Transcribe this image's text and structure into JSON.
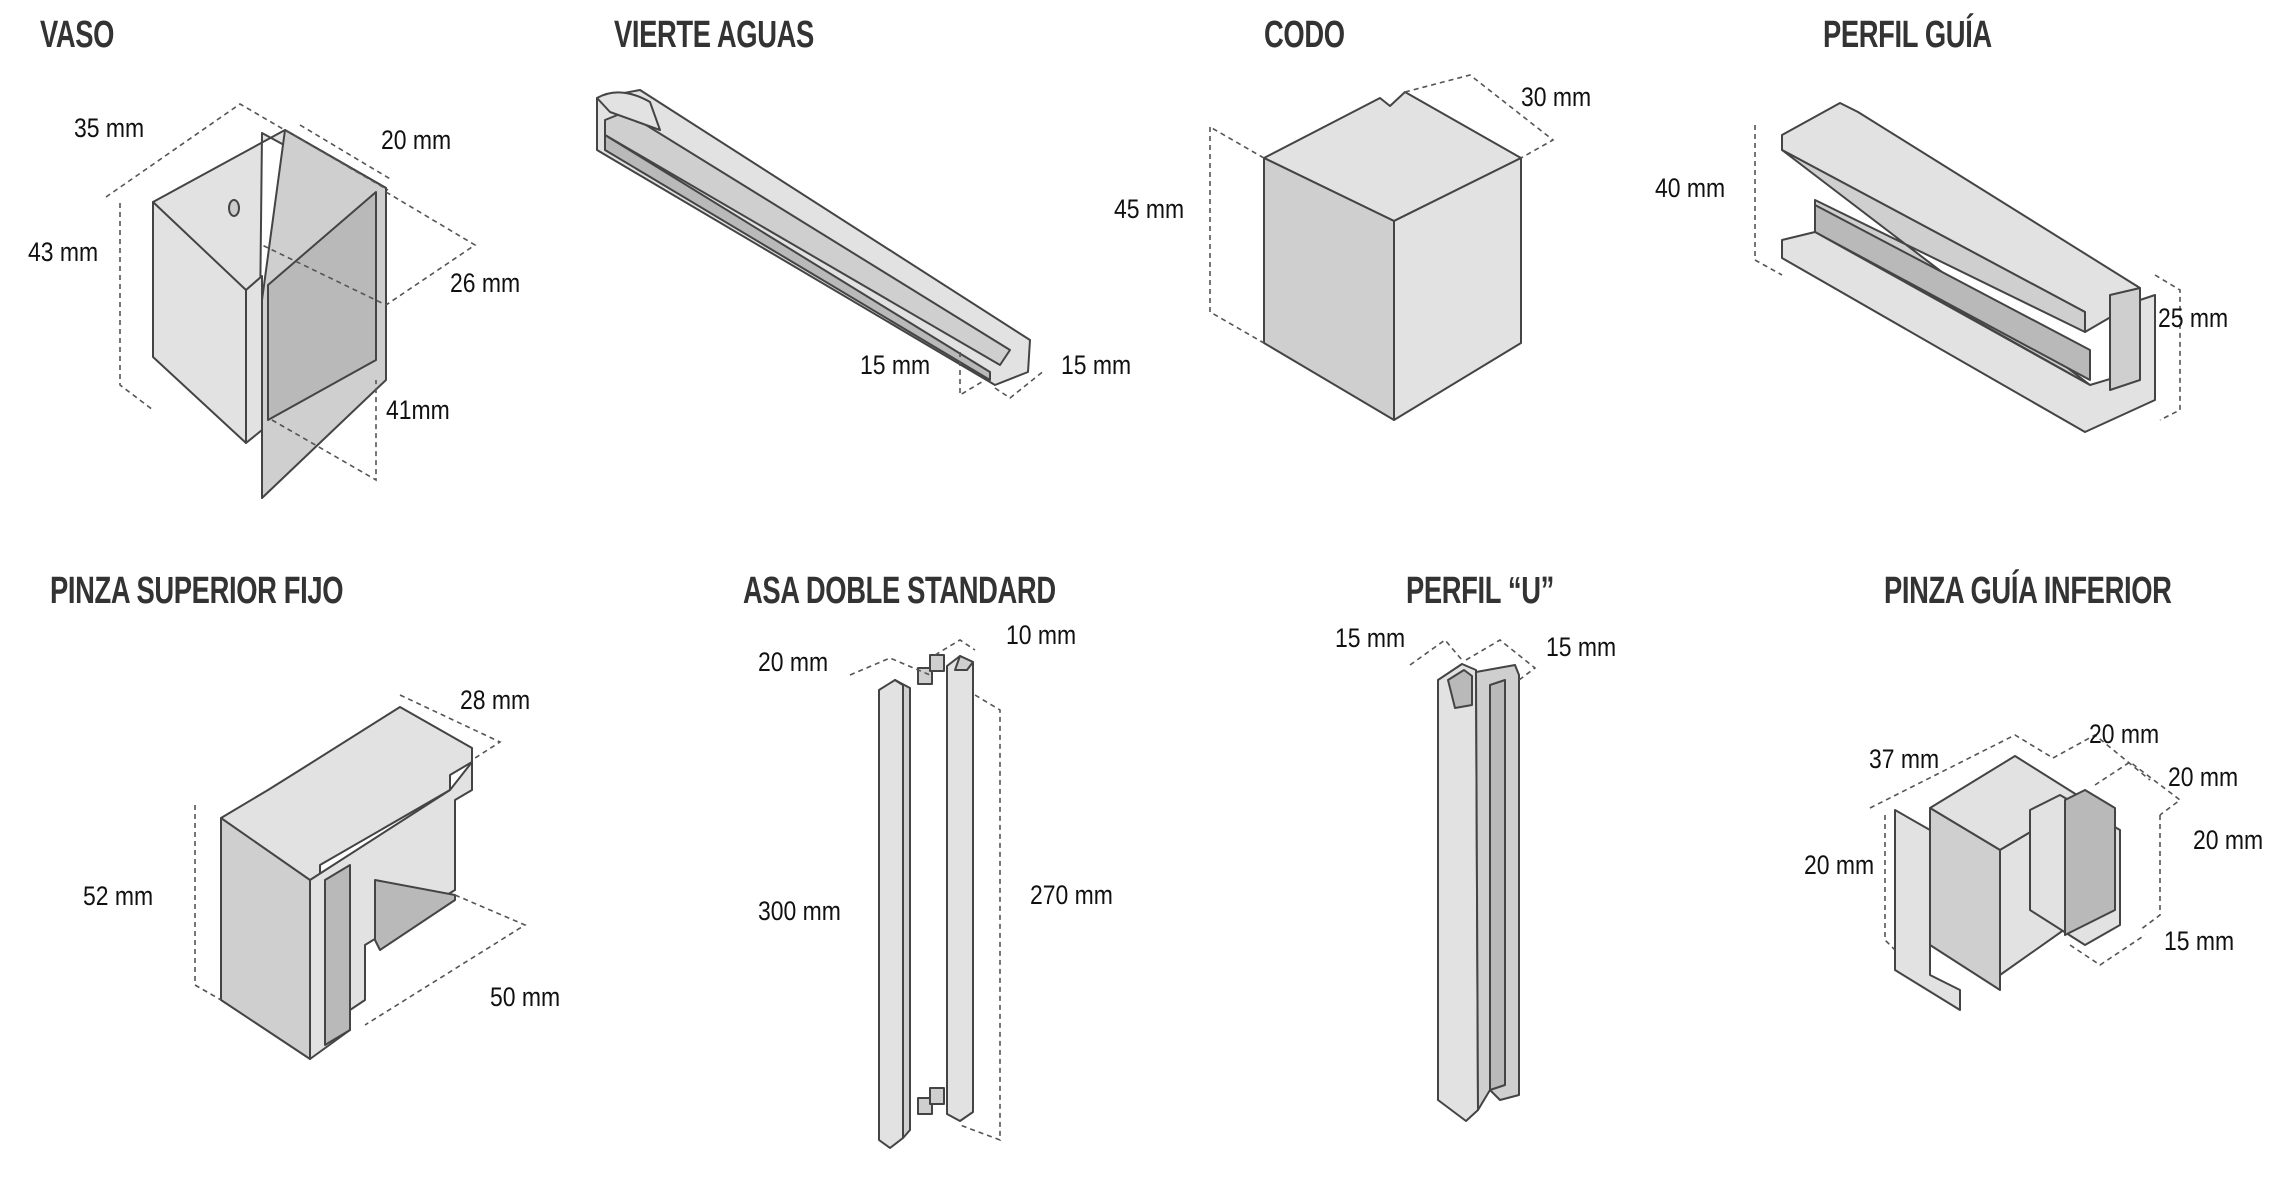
{
  "products": [
    {
      "title": "VASO",
      "dims": [
        "35 mm",
        "20 mm",
        "43 mm",
        "26 mm",
        "41mm"
      ]
    },
    {
      "title": "VIERTE AGUAS",
      "dims": [
        "15 mm",
        "15 mm"
      ]
    },
    {
      "title": "CODO",
      "dims": [
        "30 mm",
        "45 mm"
      ]
    },
    {
      "title": "PERFIL GUÍA",
      "dims": [
        "40 mm",
        "25 mm"
      ]
    },
    {
      "title": "PINZA SUPERIOR FIJO",
      "dims": [
        "28 mm",
        "52 mm",
        "50 mm"
      ]
    },
    {
      "title": "ASA DOBLE STANDARD",
      "dims": [
        "20 mm",
        "10 mm",
        "300 mm",
        "270 mm"
      ]
    },
    {
      "title": "PERFIL “U”",
      "dims": [
        "15 mm",
        "15 mm"
      ]
    },
    {
      "title": "PINZA GUÍA INFERIOR",
      "dims": [
        "37 mm",
        "20 mm",
        "20 mm",
        "20 mm",
        "20 mm",
        "15 mm"
      ]
    }
  ]
}
